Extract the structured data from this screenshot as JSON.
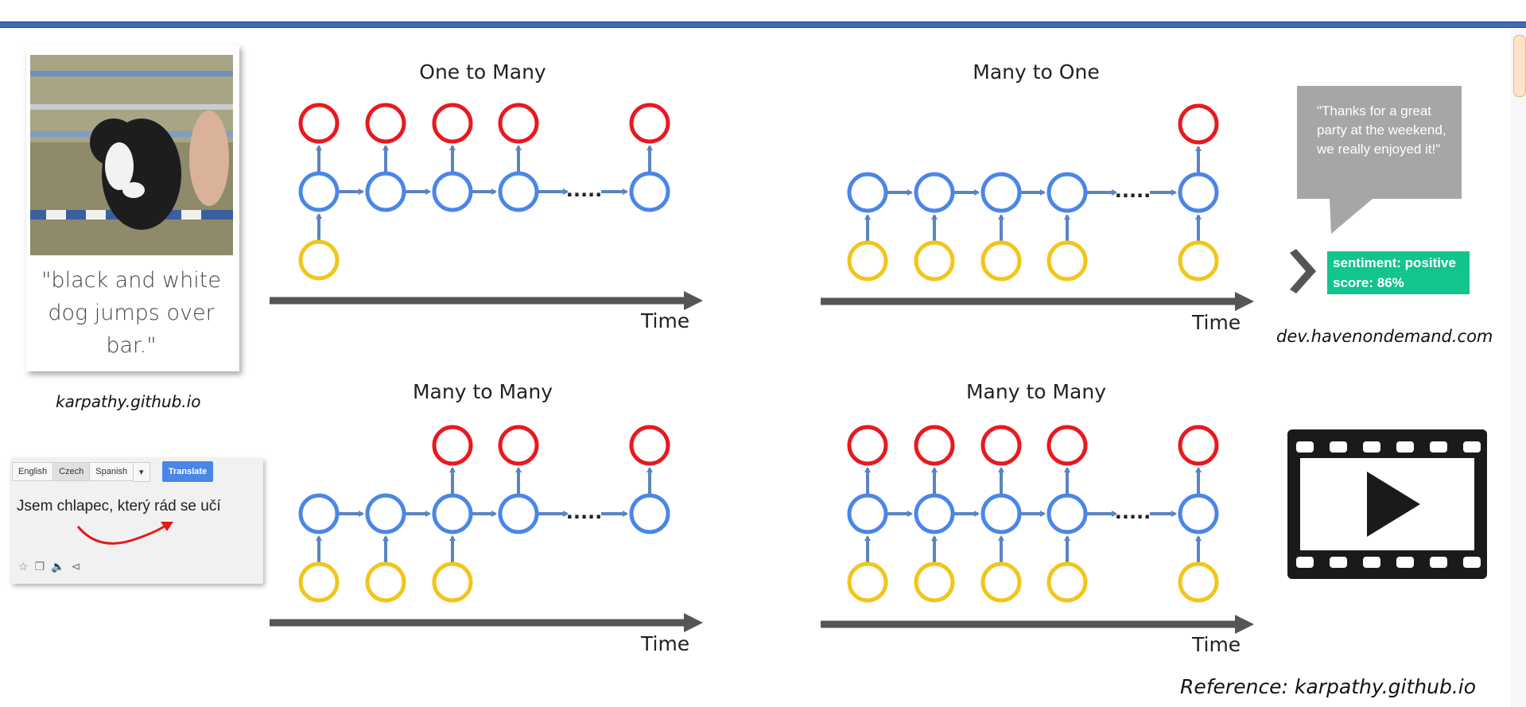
{
  "diagrams": {
    "one_to_many": {
      "title": "One to Many",
      "time_label": "Time"
    },
    "many_to_one": {
      "title": "Many to One",
      "time_label": "Time"
    },
    "many_to_many_1": {
      "title": "Many to Many",
      "time_label": "Time"
    },
    "many_to_many_2": {
      "title": "Many to Many",
      "time_label": "Time"
    },
    "ellipsis": "....."
  },
  "image_caption": {
    "text": "\"black and white dog jumps over bar.\"",
    "credit": "karpathy.github.io"
  },
  "sentiment_example": {
    "quote": "\"Thanks for a great party at the weekend, we really enjoyed it!\"",
    "result_line1": "sentiment: positive",
    "result_line2": "score: 86%",
    "credit": "dev.havenondemand.com"
  },
  "translate_example": {
    "tabs": [
      "English",
      "Czech",
      "Spanish"
    ],
    "active_tab": "Czech",
    "button": "Translate",
    "text": "Jsem chlapec, který rád se učí"
  },
  "reference": "Reference: karpathy.github.io",
  "colors": {
    "output_node": "#e8191f",
    "hidden_node": "#4a86e8",
    "input_node": "#f2c51b",
    "arrow": "#5a84c2",
    "time_axis": "#555555",
    "topbar_line": "#3d6fb8",
    "sentiment_box": "#12c48d"
  },
  "icons": [
    "play-icon",
    "chevron-right-icon",
    "star-icon",
    "copy-icon",
    "speaker-icon",
    "share-icon"
  ]
}
